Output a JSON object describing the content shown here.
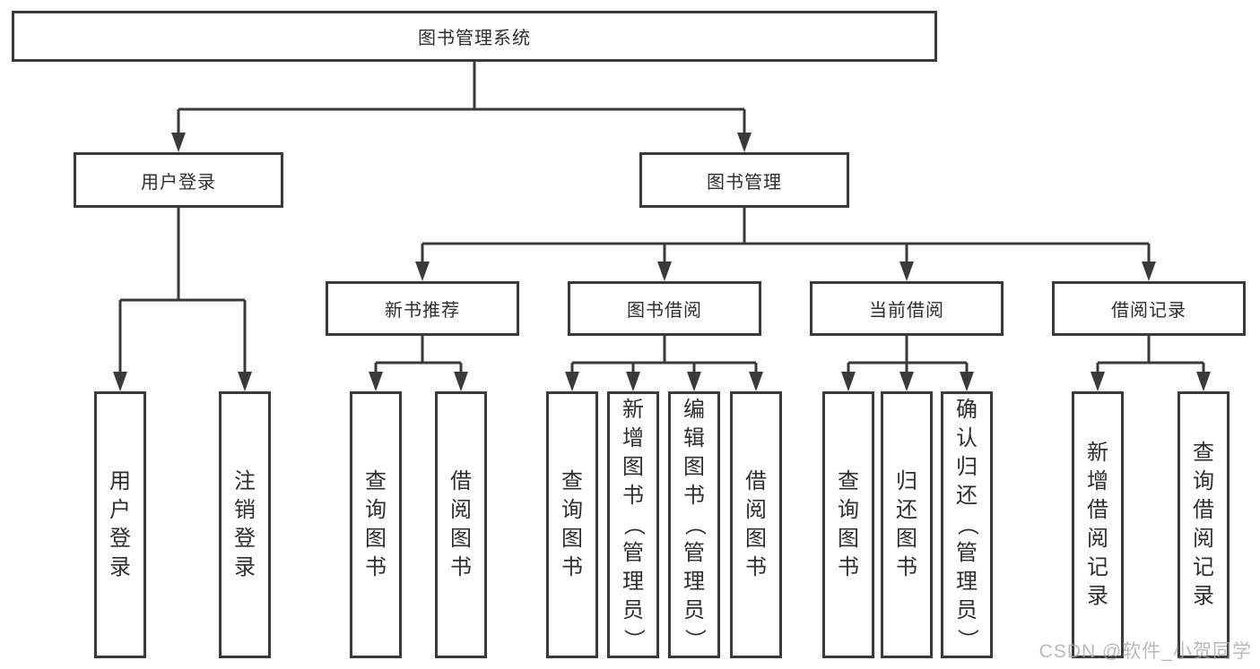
{
  "diagram": {
    "root": "图书管理系统",
    "level2": [
      "用户登录",
      "图书管理"
    ],
    "level3": [
      "新书推荐",
      "图书借阅",
      "当前借阅",
      "借阅记录"
    ],
    "leaves": {
      "user_login": [
        "用户登录",
        "注销登录"
      ],
      "new_book_recommend": [
        "查询图书",
        "借阅图书"
      ],
      "book_borrow": [
        "查询图书",
        "新增图书（管理员）",
        "编辑图书（管理员）",
        "借阅图书"
      ],
      "current_borrow": [
        "查询图书",
        "归还图书",
        "确认归还（管理员）"
      ],
      "borrow_records": [
        "新增借阅记录",
        "查询借阅记录"
      ]
    }
  },
  "watermark": "CSDN @软件_小贺同学",
  "colors": {
    "line": "#3a3a3a",
    "text": "#2e2e2e",
    "background": "#ffffff",
    "watermark": "#a8a8a8"
  }
}
